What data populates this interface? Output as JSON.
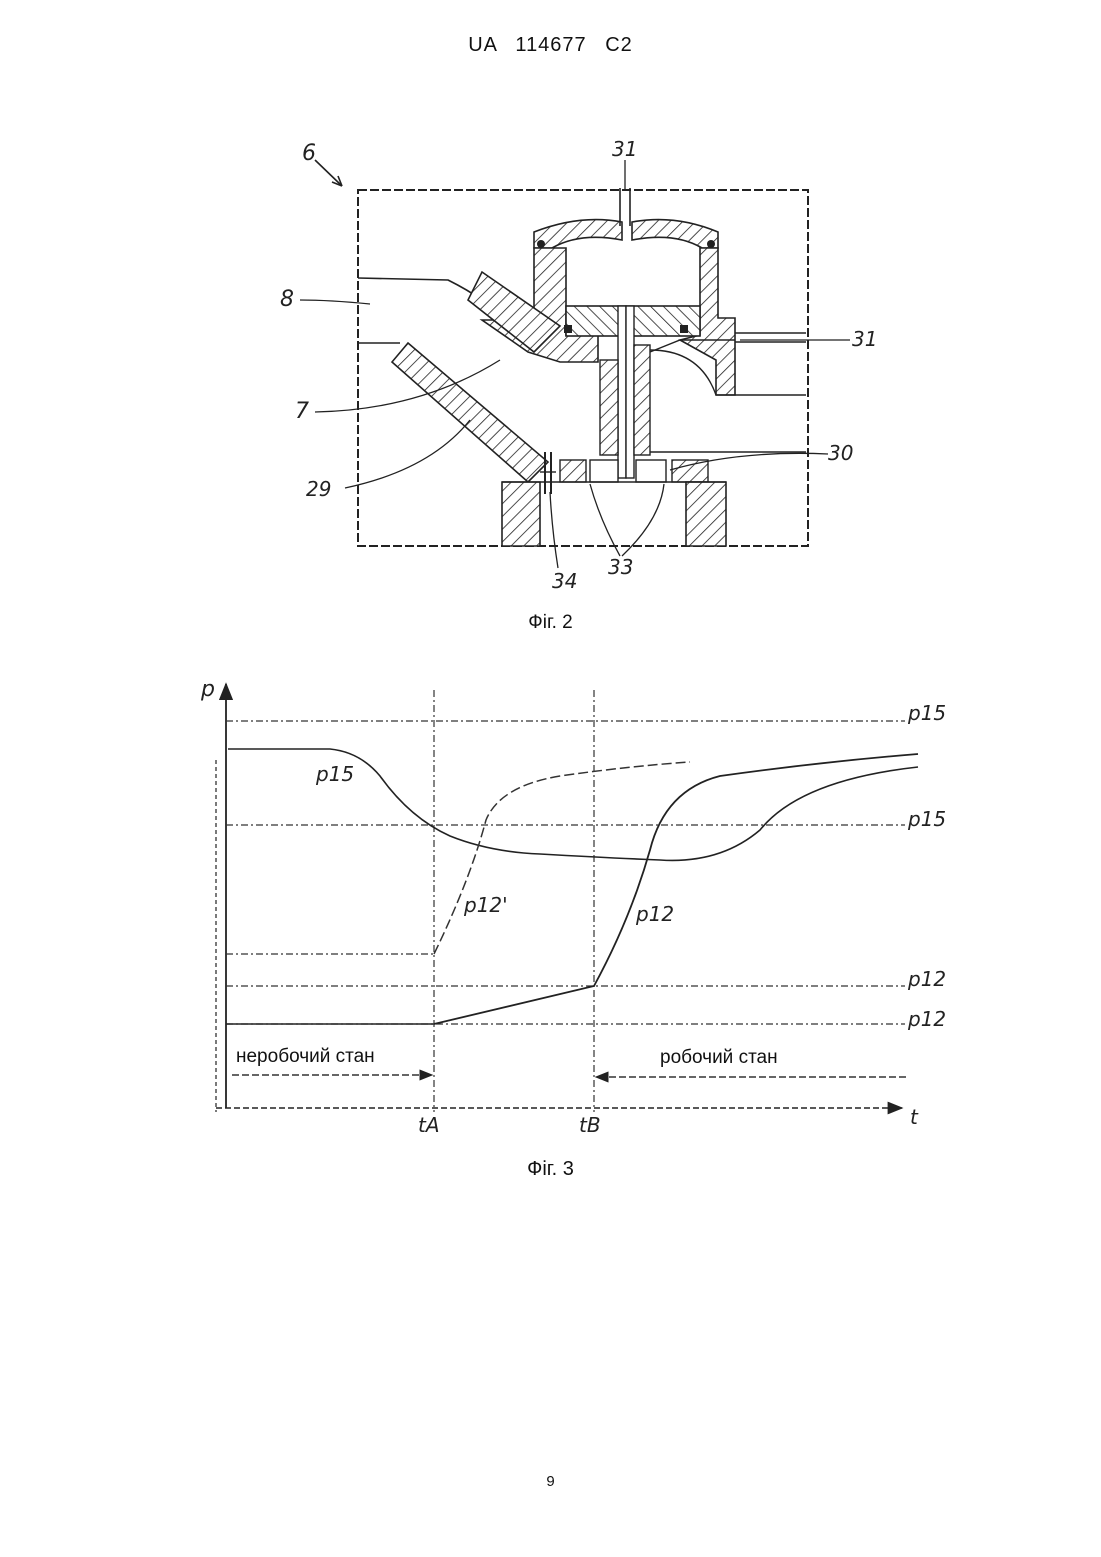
{
  "header": {
    "text": "UA   114677   C2"
  },
  "figure2": {
    "caption": "Фіг. 2",
    "labels": {
      "l6": "6",
      "l31_top": "31",
      "l31_right": "31",
      "l8": "8",
      "l7": "7",
      "l29": "29",
      "l30": "30",
      "l34": "34",
      "l33": "33"
    }
  },
  "figure3": {
    "caption": "Фіг. 3",
    "axis": {
      "y": "p",
      "x": "t"
    },
    "ticks": {
      "tA": "tA",
      "tB": "tB"
    },
    "level_labels": {
      "p15_top": "p15",
      "p15_mid": "p15",
      "p12_upper": "p12",
      "p12_lower": "p12"
    },
    "curve_labels": {
      "p15": "p15",
      "p12_dash": "p12'",
      "p12": "p12"
    },
    "states": {
      "idle": "неробочий стан",
      "working": "робочий стан"
    }
  },
  "page_number": "9"
}
